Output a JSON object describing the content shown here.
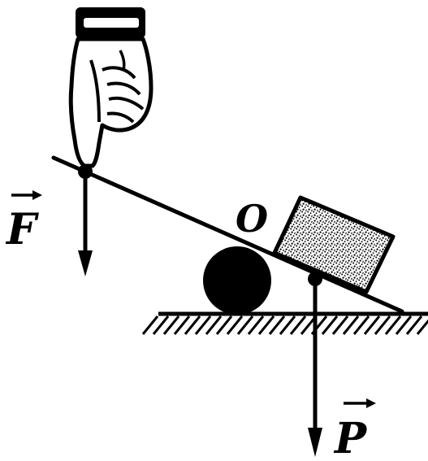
{
  "labels": {
    "force": "F",
    "fulcrum": "O",
    "weight": "P"
  }
}
